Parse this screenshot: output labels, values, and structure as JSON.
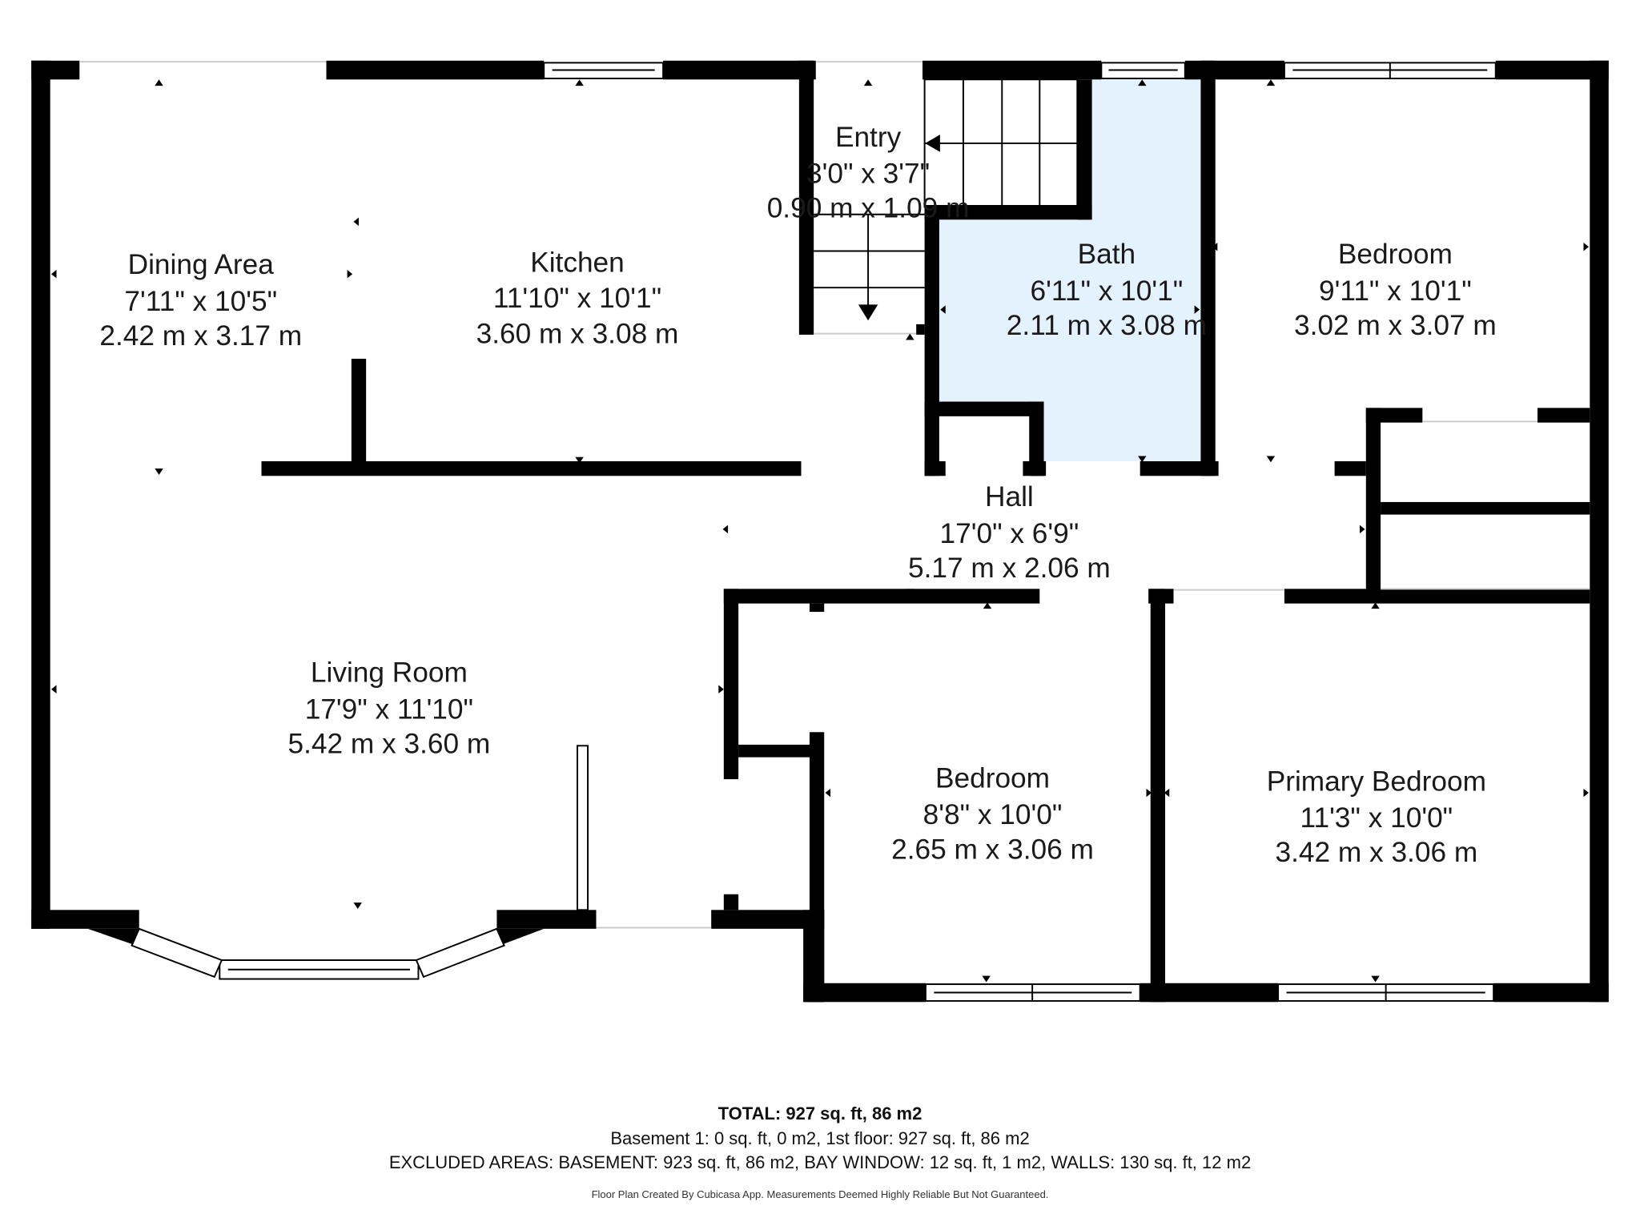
{
  "colors": {
    "wall": "#000000",
    "bath_fill": "#e3f2fd",
    "background": "#ffffff"
  },
  "rooms": [
    {
      "name": "Dining Area",
      "imperial": "7'11\" x 10'5\"",
      "metric": "2.42 m x 3.17 m"
    },
    {
      "name": "Kitchen",
      "imperial": "11'10\" x 10'1\"",
      "metric": "3.60 m x 3.08 m"
    },
    {
      "name": "Entry",
      "imperial": "3'0\" x 3'7\"",
      "metric": "0.90 m x 1.09 m"
    },
    {
      "name": "Bath",
      "imperial": "6'11\" x 10'1\"",
      "metric": "2.11 m x 3.08 m"
    },
    {
      "name": "Bedroom",
      "imperial": "9'11\" x 10'1\"",
      "metric": "3.02 m x 3.07 m"
    },
    {
      "name": "Hall",
      "imperial": "17'0\" x 6'9\"",
      "metric": "5.17 m x 2.06 m"
    },
    {
      "name": "Living Room",
      "imperial": "17'9\" x 11'10\"",
      "metric": "5.42 m x 3.60 m"
    },
    {
      "name": "Bedroom",
      "imperial": "8'8\" x 10'0\"",
      "metric": "2.65 m x 3.06 m"
    },
    {
      "name": "Primary Bedroom",
      "imperial": "11'3\" x 10'0\"",
      "metric": "3.42 m x 3.06 m"
    }
  ],
  "footer": {
    "total": "TOTAL: 927 sq. ft, 86 m2",
    "floors": "Basement 1: 0 sq. ft, 0 m2, 1st floor: 927 sq. ft, 86 m2",
    "excluded": "EXCLUDED AREAS: BASEMENT: 923 sq. ft, 86 m2, BAY WINDOW: 12 sq. ft, 1 m2, WALLS: 130 sq. ft, 12 m2",
    "credit": "Floor Plan Created By Cubicasa App. Measurements Deemed Highly Reliable But Not Guaranteed."
  }
}
